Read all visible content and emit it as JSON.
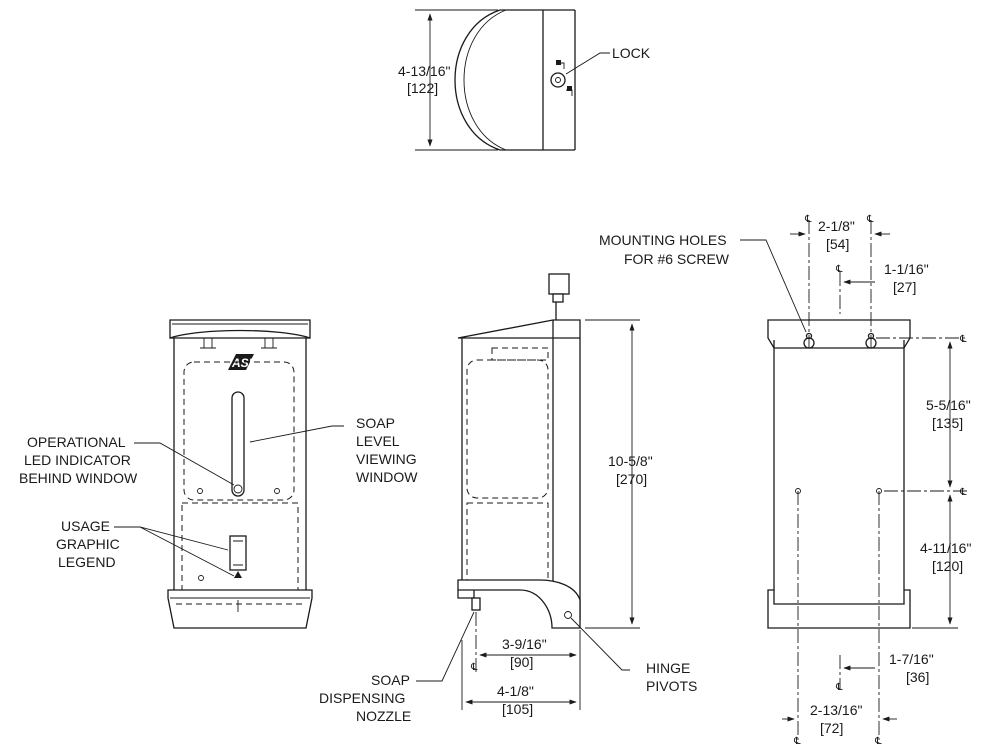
{
  "labels": {
    "lock": "LOCK",
    "mounting_holes_1": "MOUNTING HOLES",
    "mounting_holes_2": "FOR #6 SCREW",
    "operational_1": "OPERATIONAL",
    "operational_2": "LED INDICATOR",
    "operational_3": "BEHIND WINDOW",
    "soap_level_1": "SOAP",
    "soap_level_2": "LEVEL",
    "soap_level_3": "VIEWING",
    "soap_level_4": "WINDOW",
    "usage_1": "USAGE",
    "usage_2": "GRAPHIC",
    "usage_3": "LEGEND",
    "nozzle_1": "SOAP",
    "nozzle_2": "DISPENSING",
    "nozzle_3": "NOZZLE",
    "hinge_1": "HINGE",
    "hinge_2": "PIVOTS",
    "logo": "ASI"
  },
  "dimensions": {
    "top_depth_in": "4-13/16\"",
    "top_depth_mm": "[122]",
    "height_in": "10-5/8\"",
    "height_mm": "[270]",
    "nozzle_offset_in": "3-9/16\"",
    "nozzle_offset_mm": "[90]",
    "side_depth_in": "4-1/8\"",
    "side_depth_mm": "[105]",
    "holes_spacing_in": "2-1/8\"",
    "holes_spacing_mm": "[54]",
    "holes_center_in": "1-1/16\"",
    "holes_center_mm": "[27]",
    "upper_vertical_in": "5-5/16\"",
    "upper_vertical_mm": "[135]",
    "lower_vertical_in": "4-11/16\"",
    "lower_vertical_mm": "[120]",
    "lower_center_in": "1-7/16\"",
    "lower_center_mm": "[36]",
    "lower_spacing_in": "2-13/16\"",
    "lower_spacing_mm": "[72]"
  },
  "centerline_symbol": "℄"
}
